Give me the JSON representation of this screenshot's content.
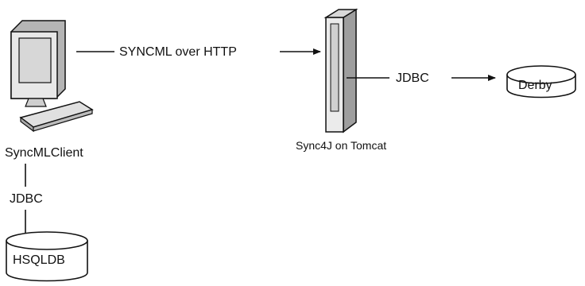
{
  "diagram": {
    "client": {
      "label": "SyncMLClient",
      "icon": "desktop-computer-icon"
    },
    "client_link": {
      "label": "SYNCML over HTTP"
    },
    "server": {
      "label": "Sync4J on Tomcat",
      "icon": "server-tower-icon"
    },
    "server_db_link": {
      "label": "JDBC"
    },
    "server_db": {
      "label": "Derby",
      "icon": "database-cylinder-icon"
    },
    "client_db_link": {
      "label": "JDBC"
    },
    "client_db": {
      "label": "HSQLDB",
      "icon": "database-cylinder-icon"
    }
  },
  "colors": {
    "line": "#111111",
    "device_fill": "#e8e8e8",
    "device_shade": "#b5b5b5"
  }
}
